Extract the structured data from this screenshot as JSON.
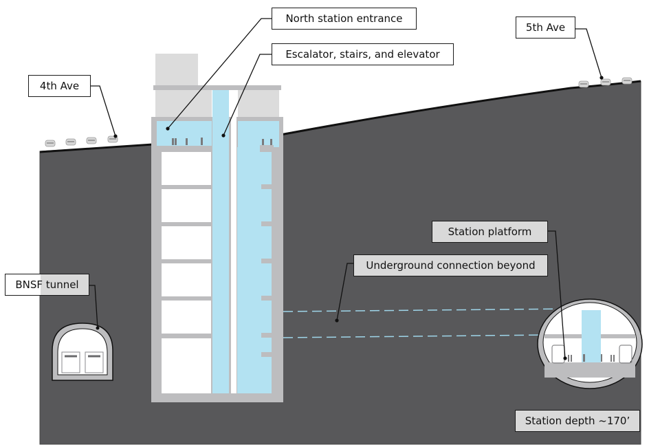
{
  "title": "Station cross-section diagram",
  "colors": {
    "ground": "#58585a",
    "ground_edge": "#111111",
    "structure": "#bdbdbf",
    "building": "#dcdcdc",
    "glass": "#b3e2f2",
    "room": "#ffffff",
    "dash": "#9fd6ea",
    "label_bg_light": "#ffffff",
    "label_bg_grey": "#d9d9d9"
  },
  "labels": {
    "north_entrance": "North station entrance",
    "escalator": "Escalator, stairs, and elevator",
    "fourth_ave": "4th Ave",
    "fifth_ave": "5th Ave",
    "bnsf_tunnel": "BNSF tunnel",
    "station_platform": "Station platform",
    "underground_connection": "Underground connection beyond",
    "station_depth": "Station depth ~170’"
  },
  "station_depth_ft": 170
}
